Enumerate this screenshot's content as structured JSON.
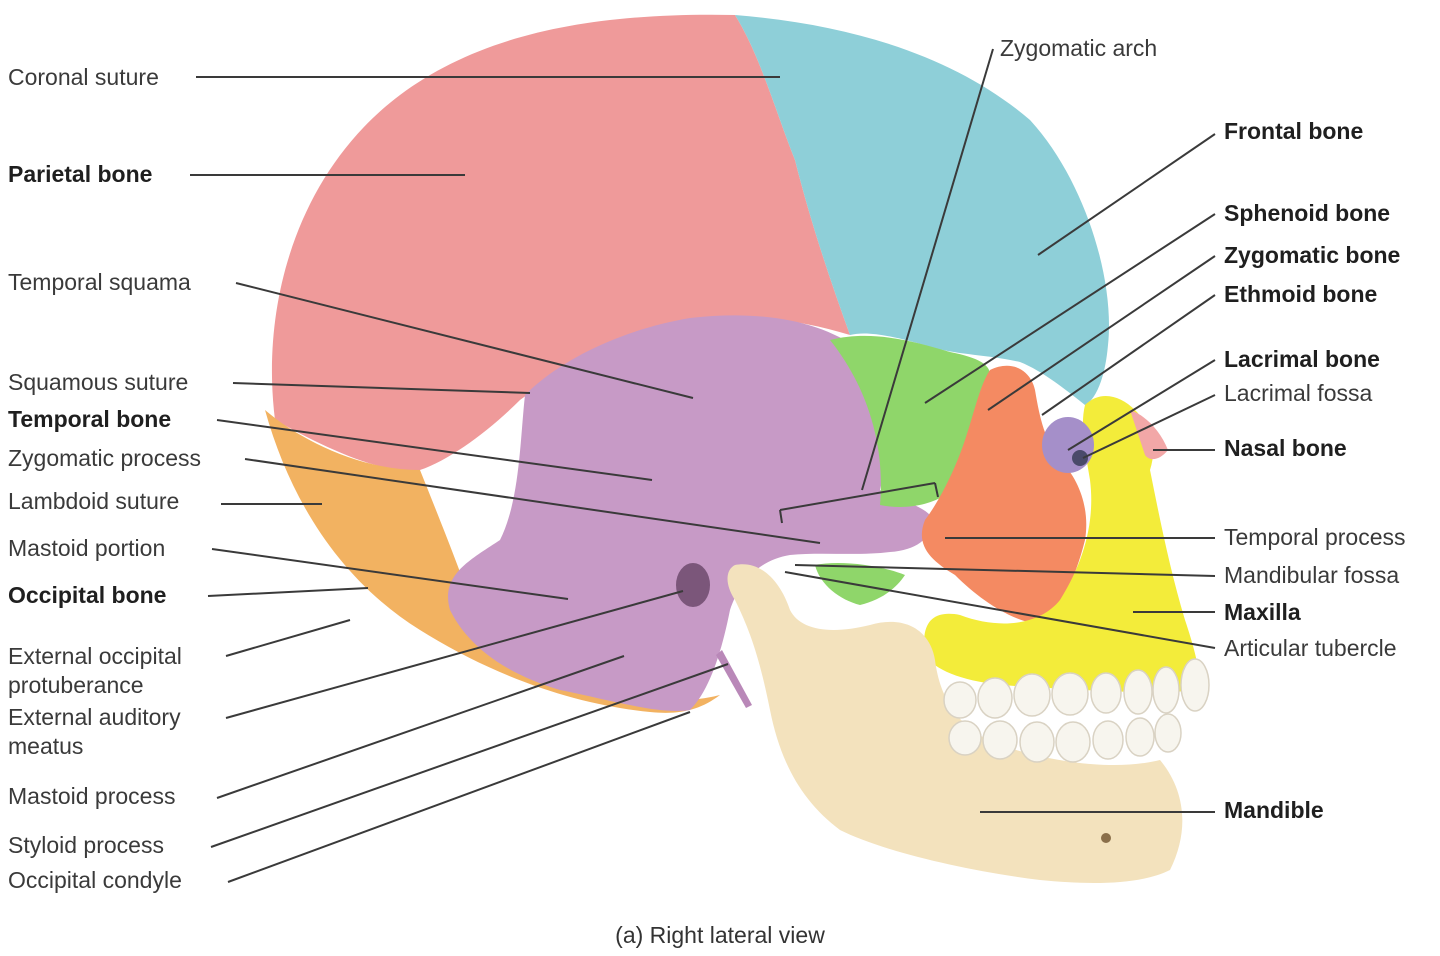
{
  "caption": "(a) Right lateral view",
  "colors": {
    "parietal": "#ef9a9a",
    "frontal": "#8ecfd8",
    "temporal": "#c79ac6",
    "sphenoid": "#8fd66a",
    "zygomatic": "#f48a62",
    "maxilla": "#f3ec3a",
    "nasal": "#f2a7a7",
    "occipital": "#f2b261",
    "mandible": "#f3e2bd",
    "teeth": "#f7f5ee",
    "leader": "#3a3a3a"
  },
  "labels": {
    "left": [
      {
        "text": "Coronal suture",
        "bold": false
      },
      {
        "text": "Parietal bone",
        "bold": true
      },
      {
        "text": "Temporal squama",
        "bold": false
      },
      {
        "text": "Squamous suture",
        "bold": false
      },
      {
        "text": "Temporal bone",
        "bold": true
      },
      {
        "text": "Zygomatic process",
        "bold": false
      },
      {
        "text": "Lambdoid suture",
        "bold": false
      },
      {
        "text": "Mastoid portion",
        "bold": false
      },
      {
        "text": "Occipital bone",
        "bold": true
      },
      {
        "text": "External occipital\nprotuberance",
        "bold": false
      },
      {
        "text": "External auditory\nmeatus",
        "bold": false
      },
      {
        "text": "Mastoid process",
        "bold": false
      },
      {
        "text": "Styloid process",
        "bold": false
      },
      {
        "text": "Occipital condyle",
        "bold": false
      }
    ],
    "top": {
      "text": "Zygomatic arch",
      "bold": false
    },
    "right": [
      {
        "text": "Frontal bone",
        "bold": true
      },
      {
        "text": "Sphenoid bone",
        "bold": true
      },
      {
        "text": "Zygomatic bone",
        "bold": true
      },
      {
        "text": "Ethmoid bone",
        "bold": true
      },
      {
        "text": "Lacrimal bone",
        "bold": true
      },
      {
        "text": "Lacrimal fossa",
        "bold": false
      },
      {
        "text": "Nasal bone",
        "bold": true
      },
      {
        "text": "Temporal process",
        "bold": false
      },
      {
        "text": "Mandibular fossa",
        "bold": false
      },
      {
        "text": "Maxilla",
        "bold": true
      },
      {
        "text": "Articular tubercle",
        "bold": false
      },
      {
        "text": "Mandible",
        "bold": true
      }
    ]
  }
}
